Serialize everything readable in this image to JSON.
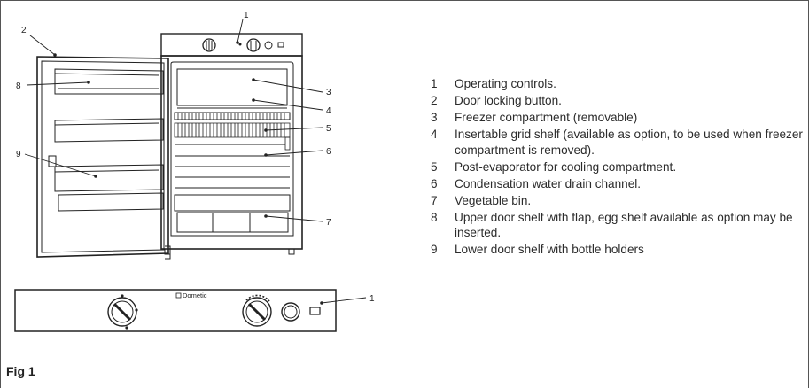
{
  "figure": {
    "label": "Fig 1",
    "brand_text": "Dometic",
    "callouts": {
      "top_1": "1",
      "c2": "2",
      "c3": "3",
      "c4": "4",
      "c5": "5",
      "c6": "6",
      "c7": "7",
      "c8": "8",
      "c9": "9",
      "panel_1": "1"
    }
  },
  "legend": [
    {
      "num": "1",
      "text": "Operating controls."
    },
    {
      "num": "2",
      "text": "Door locking button."
    },
    {
      "num": "3",
      "text": "Freezer compartment (removable)"
    },
    {
      "num": "4",
      "text": "Insertable grid shelf (available as option, to be used when freezer compartment is removed)."
    },
    {
      "num": "5",
      "text": "Post-evaporator for cooling compartment."
    },
    {
      "num": "6",
      "text": "Condensation water drain channel."
    },
    {
      "num": "7",
      "text": "Vegetable bin."
    },
    {
      "num": "8",
      "text": "Upper door shelf with flap, egg shelf available as option may be inserted."
    },
    {
      "num": "9",
      "text": "Lower door shelf with bottle holders"
    }
  ]
}
